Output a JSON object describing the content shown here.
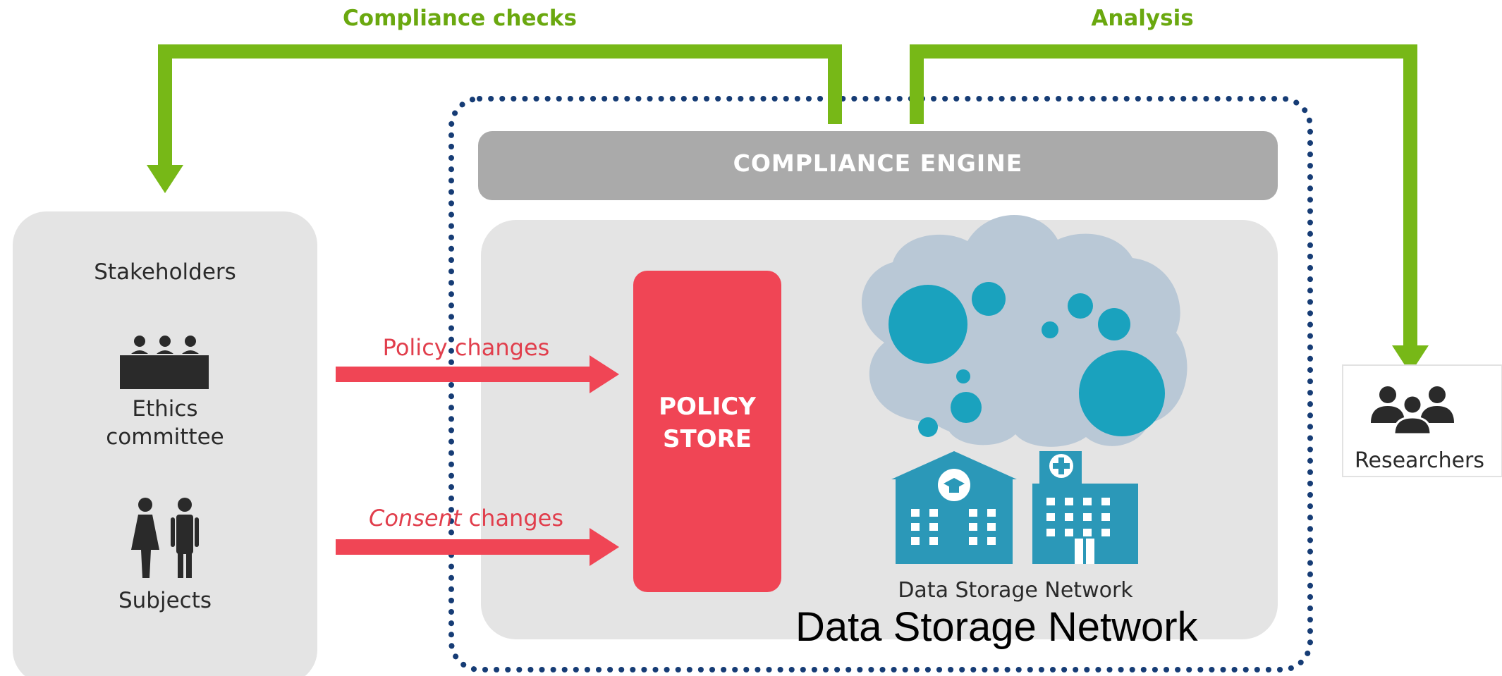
{
  "top_flows": {
    "compliance_checks": "Compliance checks",
    "analysis": "Analysis"
  },
  "compliance_engine": {
    "label": "COMPLIANCE ENGINE"
  },
  "stakeholders": {
    "title": "Stakeholders",
    "ethics_committee_line1": "Ethics",
    "ethics_committee_line2": "committee",
    "subjects": "Subjects"
  },
  "arrows": {
    "policy_changes": "Policy changes",
    "consent_word": "Consent",
    "consent_rest": " changes"
  },
  "policy_store": {
    "line1": "POLICY",
    "line2": "STORE"
  },
  "data_storage": {
    "small_label": "Data Storage Network",
    "large_label": "Data Storage Network"
  },
  "researchers": {
    "label": "Researchers"
  },
  "colors": {
    "green": "#77b817",
    "red": "#f04555",
    "navy": "#163c75",
    "teal": "#2b98b8",
    "cloud": "#b9c8d6",
    "engine_gray": "#aaaaaa",
    "panel_gray": "#e4e4e4"
  }
}
